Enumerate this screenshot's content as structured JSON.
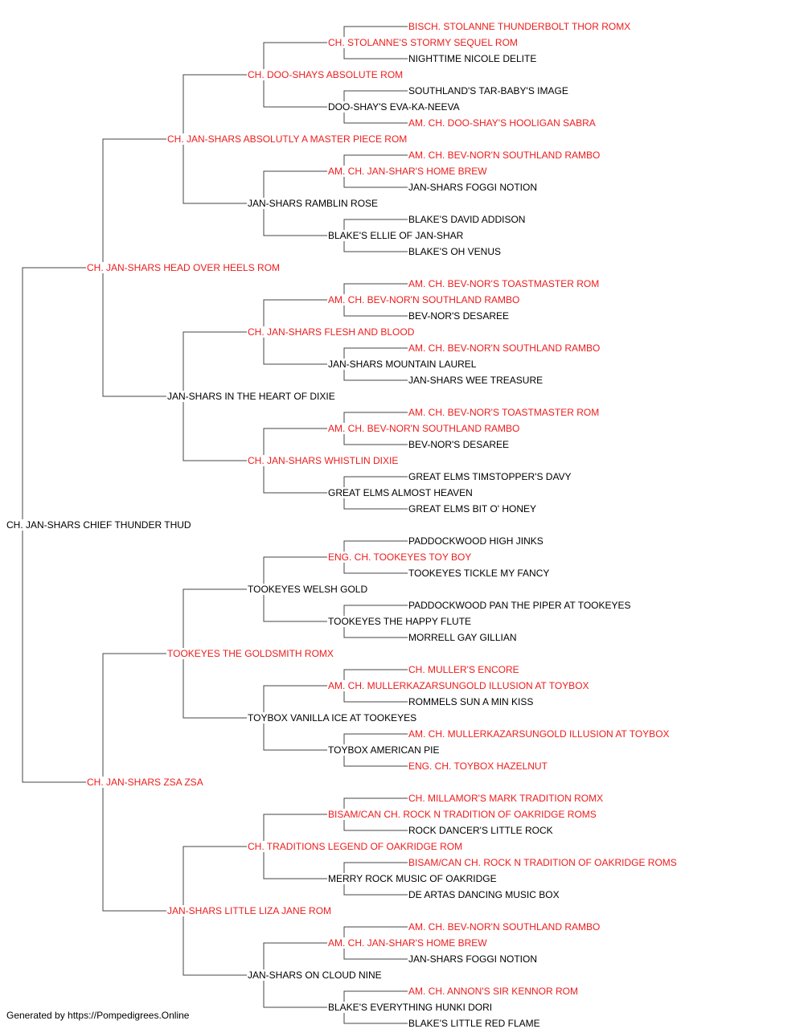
{
  "colors": {
    "champion": "#ee1c1c",
    "regular": "#000000",
    "line": "#444444"
  },
  "footer": "Generated by https://Pompedigrees.Online",
  "pedigree": {
    "name": "CH. JAN-SHARS CHIEF THUNDER THUD",
    "champion": false,
    "sire": {
      "name": "CH. JAN-SHARS HEAD OVER HEELS ROM",
      "champion": true,
      "sire": {
        "name": "CH. JAN-SHARS ABSOLUTLY A MASTER PIECE ROM",
        "champion": true,
        "sire": {
          "name": "CH. DOO-SHAYS ABSOLUTE ROM",
          "champion": true,
          "sire": {
            "name": "CH. STOLANNE'S STORMY SEQUEL ROM",
            "champion": true,
            "sire": {
              "name": "BISCH. STOLANNE THUNDERBOLT THOR ROMX",
              "champion": true
            },
            "dam": {
              "name": "NIGHTTIME NICOLE DELITE",
              "champion": false
            }
          },
          "dam": {
            "name": "DOO-SHAY'S EVA-KA-NEEVA",
            "champion": false,
            "sire": {
              "name": "SOUTHLAND'S TAR-BABY'S IMAGE",
              "champion": false
            },
            "dam": {
              "name": "AM. CH. DOO-SHAY'S HOOLIGAN SABRA",
              "champion": true
            }
          }
        },
        "dam": {
          "name": "JAN-SHARS RAMBLIN ROSE",
          "champion": false,
          "sire": {
            "name": "AM. CH. JAN-SHAR'S HOME BREW",
            "champion": true,
            "sire": {
              "name": "AM. CH. BEV-NOR'N SOUTHLAND RAMBO",
              "champion": true
            },
            "dam": {
              "name": "JAN-SHARS FOGGI NOTION",
              "champion": false
            }
          },
          "dam": {
            "name": "BLAKE'S ELLIE OF JAN-SHAR",
            "champion": false,
            "sire": {
              "name": "BLAKE'S DAVID ADDISON",
              "champion": false
            },
            "dam": {
              "name": "BLAKE'S OH VENUS",
              "champion": false
            }
          }
        }
      },
      "dam": {
        "name": "JAN-SHARS IN THE HEART OF DIXIE",
        "champion": false,
        "sire": {
          "name": "CH. JAN-SHARS FLESH AND BLOOD",
          "champion": true,
          "sire": {
            "name": "AM. CH. BEV-NOR'N SOUTHLAND RAMBO",
            "champion": true,
            "sire": {
              "name": "AM. CH. BEV-NOR'S TOASTMASTER ROM",
              "champion": true
            },
            "dam": {
              "name": "BEV-NOR'S DESAREE",
              "champion": false
            }
          },
          "dam": {
            "name": "JAN-SHARS MOUNTAIN LAUREL",
            "champion": false,
            "sire": {
              "name": "AM. CH. BEV-NOR'N SOUTHLAND RAMBO",
              "champion": true
            },
            "dam": {
              "name": "JAN-SHARS WEE TREASURE",
              "champion": false
            }
          }
        },
        "dam": {
          "name": "CH. JAN-SHARS WHISTLIN DIXIE",
          "champion": true,
          "sire": {
            "name": "AM. CH. BEV-NOR'N SOUTHLAND RAMBO",
            "champion": true,
            "sire": {
              "name": "AM. CH. BEV-NOR'S TOASTMASTER ROM",
              "champion": true
            },
            "dam": {
              "name": "BEV-NOR'S DESAREE",
              "champion": false
            }
          },
          "dam": {
            "name": "GREAT ELMS ALMOST HEAVEN",
            "champion": false,
            "sire": {
              "name": "GREAT ELMS TIMSTOPPER'S DAVY",
              "champion": false
            },
            "dam": {
              "name": "GREAT ELMS BIT O' HONEY",
              "champion": false
            }
          }
        }
      }
    },
    "dam": {
      "name": "CH. JAN-SHARS ZSA ZSA",
      "champion": true,
      "sire": {
        "name": "TOOKEYES THE GOLDSMITH ROMX",
        "champion": true,
        "sire": {
          "name": "TOOKEYES WELSH GOLD",
          "champion": false,
          "sire": {
            "name": "ENG. CH. TOOKEYES TOY BOY",
            "champion": true,
            "sire": {
              "name": "PADDOCKWOOD HIGH JINKS",
              "champion": false
            },
            "dam": {
              "name": "TOOKEYES TICKLE MY FANCY",
              "champion": false
            }
          },
          "dam": {
            "name": "TOOKEYES THE HAPPY FLUTE",
            "champion": false,
            "sire": {
              "name": "PADDOCKWOOD PAN THE PIPER AT TOOKEYES",
              "champion": false
            },
            "dam": {
              "name": "MORRELL GAY GILLIAN",
              "champion": false
            }
          }
        },
        "dam": {
          "name": "TOYBOX VANILLA ICE AT TOOKEYES",
          "champion": false,
          "sire": {
            "name": "AM. CH. MULLERKAZARSUNGOLD ILLUSION AT TOYBOX",
            "champion": true,
            "sire": {
              "name": "CH. MULLER'S ENCORE",
              "champion": true
            },
            "dam": {
              "name": "ROMMELS SUN A MIN KISS",
              "champion": false
            }
          },
          "dam": {
            "name": "TOYBOX AMERICAN PIE",
            "champion": false,
            "sire": {
              "name": "AM. CH. MULLERKAZARSUNGOLD ILLUSION AT TOYBOX",
              "champion": true
            },
            "dam": {
              "name": "ENG. CH. TOYBOX HAZELNUT",
              "champion": true
            }
          }
        }
      },
      "dam": {
        "name": "JAN-SHARS LITTLE LIZA JANE ROM",
        "champion": true,
        "sire": {
          "name": "CH. TRADITIONS LEGEND OF OAKRIDGE ROM",
          "champion": true,
          "sire": {
            "name": "BISAM/CAN CH. ROCK N TRADITION OF OAKRIDGE ROMS",
            "champion": true,
            "sire": {
              "name": "CH. MILLAMOR'S MARK TRADITION ROMX",
              "champion": true
            },
            "dam": {
              "name": "ROCK DANCER'S LITTLE ROCK",
              "champion": false
            }
          },
          "dam": {
            "name": "MERRY ROCK MUSIC OF OAKRIDGE",
            "champion": false,
            "sire": {
              "name": "BISAM/CAN CH. ROCK N TRADITION OF OAKRIDGE ROMS",
              "champion": true
            },
            "dam": {
              "name": "DE ARTAS DANCING MUSIC BOX",
              "champion": false
            }
          }
        },
        "dam": {
          "name": "JAN-SHARS ON CLOUD NINE",
          "champion": false,
          "sire": {
            "name": "AM. CH. JAN-SHAR'S HOME BREW",
            "champion": true,
            "sire": {
              "name": "AM. CH. BEV-NOR'N SOUTHLAND RAMBO",
              "champion": true
            },
            "dam": {
              "name": "JAN-SHARS FOGGI NOTION",
              "champion": false
            }
          },
          "dam": {
            "name": "BLAKE'S EVERYTHING HUNKI DORI",
            "champion": false,
            "sire": {
              "name": "AM. CH. ANNON'S SIR KENNOR ROM",
              "champion": true
            },
            "dam": {
              "name": "BLAKE'S LITTLE RED FLAME",
              "champion": false
            }
          }
        }
      }
    }
  }
}
